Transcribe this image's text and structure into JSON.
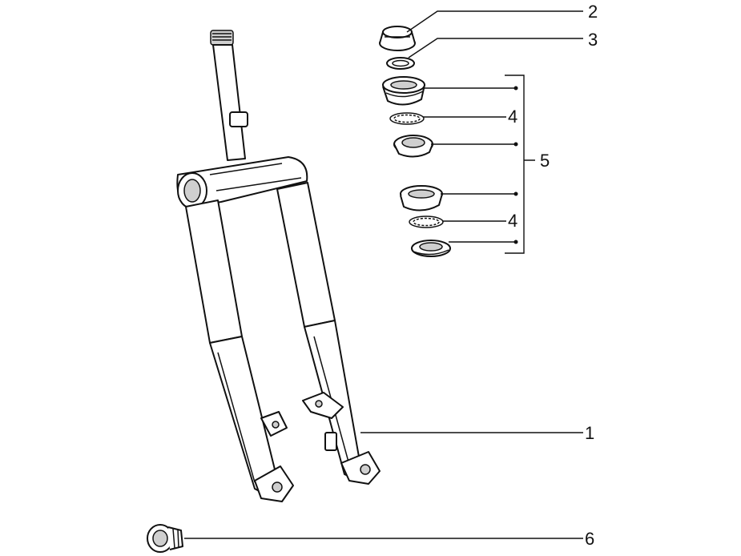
{
  "callouts": {
    "fork": "1",
    "top_nut": "2",
    "washer": "3",
    "ring_upper": "4",
    "bearing_kit": "5",
    "ring_lower": "4",
    "axle_nut": "6"
  },
  "colors": {
    "ink": "#111111",
    "background": "#ffffff",
    "shade": "#cfcfcf"
  }
}
